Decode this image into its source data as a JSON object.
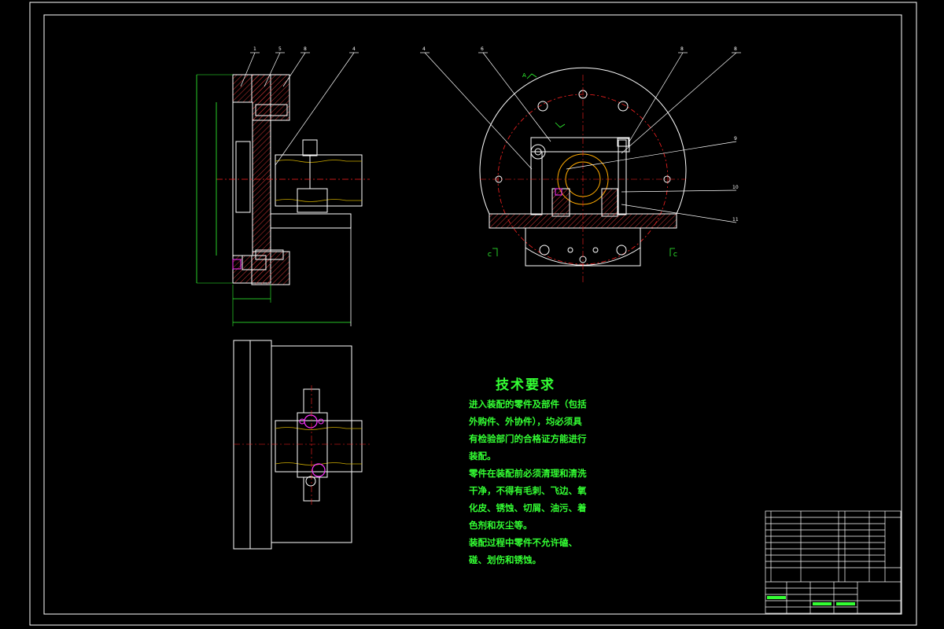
{
  "colors": {
    "background": "#000000",
    "line": "#ffffff",
    "dimension": "#33ff33",
    "hatch": "#ff3333",
    "center": "#ff2222",
    "highlight": "#ff33ff",
    "text": "#33ff33"
  },
  "tech": {
    "title": "技术要求",
    "lines": [
      "进入装配的零件及部件（包括",
      "外购件、外协件），均必须具",
      "有检验部门的合格证方能进行",
      "装配。",
      "零件在装配前必须清理和清洗",
      "干净，不得有毛刺、飞边、氧",
      "化皮、锈蚀、切屑、油污、着",
      "色剂和灰尘等。",
      "装配过程中零件不允许磕、",
      "碰、划伤和锈蚀。"
    ]
  },
  "balloons": {
    "side": [
      "1",
      "5",
      "8",
      "4"
    ],
    "front": [
      "4",
      "6",
      "8",
      "8",
      "9",
      "10",
      "11"
    ]
  },
  "section_marks": {
    "a_label": "A",
    "c_label": "C"
  }
}
